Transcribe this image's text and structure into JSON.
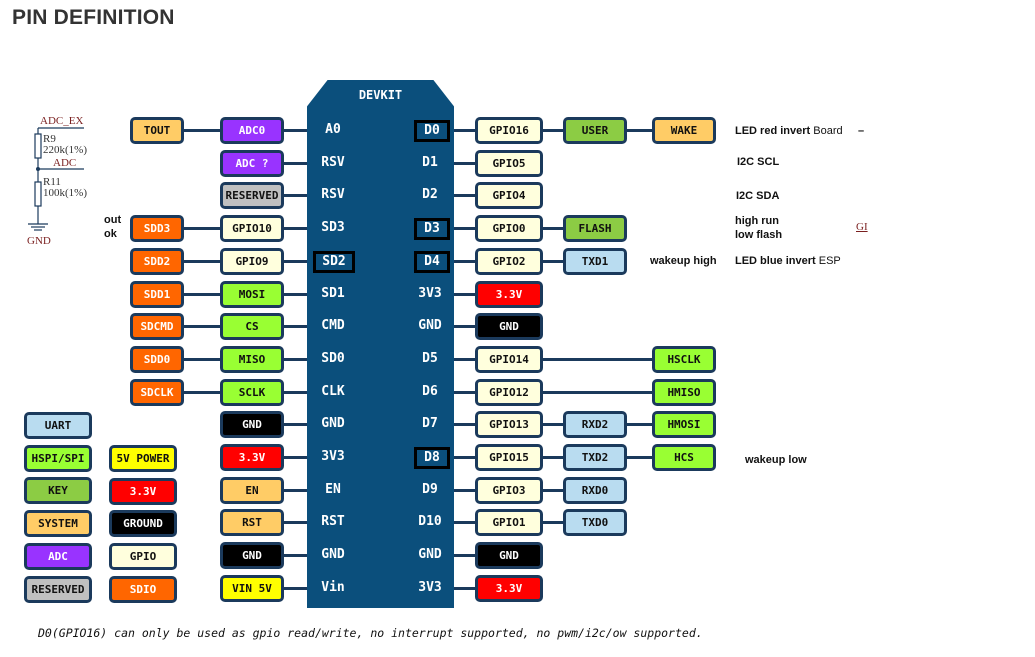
{
  "title": "PIN DEFINITION",
  "colors": {
    "board": "#0b4f7c",
    "outline": "#1b3a5c",
    "uart": "#b9dcf0",
    "hspi": "#99ff33",
    "key": "#8ccc44",
    "system": "#ffcc66",
    "adc": "#9933ff",
    "reserved": "#c0c0c0",
    "power5v": "#ffff00",
    "power33": "#ff0000",
    "ground": "#000000",
    "gpio": "#ffffdd",
    "sdio": "#ff6600"
  },
  "board": {
    "label": "DEVKIT",
    "left_pins": [
      "A0",
      "RSV",
      "RSV",
      "SD3",
      "SD2",
      "SD1",
      "CMD",
      "SD0",
      "CLK",
      "GND",
      "3V3",
      "EN",
      "RST",
      "GND",
      "Vin"
    ],
    "right_pins": [
      "D0",
      "D1",
      "D2",
      "D3",
      "D4",
      "3V3",
      "GND",
      "D5",
      "D6",
      "D7",
      "D8",
      "D9",
      "D10",
      "GND",
      "3V3"
    ],
    "highlighted_right": [
      "D0",
      "D3",
      "D4",
      "D8"
    ],
    "highlighted_left": [
      "SD2"
    ]
  },
  "left_rows": [
    {
      "outer": {
        "label": "TOUT",
        "type": "system"
      },
      "inner": {
        "label": "ADC0",
        "type": "adc"
      }
    },
    {
      "outer": null,
      "inner": {
        "label": "ADC ?",
        "type": "adc"
      }
    },
    {
      "outer": null,
      "inner": {
        "label": "RESERVED",
        "type": "reserved"
      }
    },
    {
      "outer": {
        "label": "SDD3",
        "type": "sdio"
      },
      "inner": {
        "label": "GPIO10",
        "type": "gpio"
      }
    },
    {
      "outer": {
        "label": "SDD2",
        "type": "sdio"
      },
      "inner": {
        "label": "GPIO9",
        "type": "gpio"
      }
    },
    {
      "outer": {
        "label": "SDD1",
        "type": "sdio"
      },
      "inner": {
        "label": "MOSI",
        "type": "hspi"
      }
    },
    {
      "outer": {
        "label": "SDCMD",
        "type": "sdio"
      },
      "inner": {
        "label": "CS",
        "type": "hspi"
      }
    },
    {
      "outer": {
        "label": "SDD0",
        "type": "sdio"
      },
      "inner": {
        "label": "MISO",
        "type": "hspi"
      }
    },
    {
      "outer": {
        "label": "SDCLK",
        "type": "sdio"
      },
      "inner": {
        "label": "SCLK",
        "type": "hspi"
      }
    },
    {
      "outer": null,
      "inner": {
        "label": "GND",
        "type": "ground"
      }
    },
    {
      "outer": null,
      "inner": {
        "label": "3.3V",
        "type": "power33"
      }
    },
    {
      "outer": null,
      "inner": {
        "label": "EN",
        "type": "system"
      }
    },
    {
      "outer": null,
      "inner": {
        "label": "RST",
        "type": "system"
      }
    },
    {
      "outer": null,
      "inner": {
        "label": "GND",
        "type": "ground"
      }
    },
    {
      "outer": null,
      "inner": {
        "label": "VIN 5V",
        "type": "power5v"
      }
    }
  ],
  "right_rows": [
    {
      "gpio": {
        "label": "GPIO16",
        "type": "gpio"
      },
      "f1": {
        "label": "USER",
        "type": "key"
      },
      "f2": {
        "label": "WAKE",
        "type": "system"
      }
    },
    {
      "gpio": {
        "label": "GPIO5",
        "type": "gpio"
      },
      "f1": null,
      "f2": null
    },
    {
      "gpio": {
        "label": "GPIO4",
        "type": "gpio"
      },
      "f1": null,
      "f2": null
    },
    {
      "gpio": {
        "label": "GPIO0",
        "type": "gpio"
      },
      "f1": {
        "label": "FLASH",
        "type": "key"
      },
      "f2": null
    },
    {
      "gpio": {
        "label": "GPIO2",
        "type": "gpio"
      },
      "f1": {
        "label": "TXD1",
        "type": "uart"
      },
      "f2": null
    },
    {
      "gpio": {
        "label": "3.3V",
        "type": "power33"
      },
      "f1": null,
      "f2": null
    },
    {
      "gpio": {
        "label": "GND",
        "type": "ground"
      },
      "f1": null,
      "f2": null
    },
    {
      "gpio": {
        "label": "GPIO14",
        "type": "gpio"
      },
      "f1": null,
      "f2": {
        "label": "HSCLK",
        "type": "hspi"
      }
    },
    {
      "gpio": {
        "label": "GPIO12",
        "type": "gpio"
      },
      "f1": null,
      "f2": {
        "label": "HMISO",
        "type": "hspi"
      }
    },
    {
      "gpio": {
        "label": "GPIO13",
        "type": "gpio"
      },
      "f1": {
        "label": "RXD2",
        "type": "uart"
      },
      "f2": {
        "label": "HMOSI",
        "type": "hspi"
      }
    },
    {
      "gpio": {
        "label": "GPIO15",
        "type": "gpio"
      },
      "f1": {
        "label": "TXD2",
        "type": "uart"
      },
      "f2": {
        "label": "HCS",
        "type": "hspi"
      }
    },
    {
      "gpio": {
        "label": "GPIO3",
        "type": "gpio"
      },
      "f1": {
        "label": "RXD0",
        "type": "uart"
      },
      "f2": null
    },
    {
      "gpio": {
        "label": "GPIO1",
        "type": "gpio"
      },
      "f1": {
        "label": "TXD0",
        "type": "uart"
      },
      "f2": null
    },
    {
      "gpio": {
        "label": "GND",
        "type": "ground"
      },
      "f1": null,
      "f2": null
    },
    {
      "gpio": {
        "label": "3.3V",
        "type": "power33"
      },
      "f1": null,
      "f2": null
    }
  ],
  "legend": {
    "col1": [
      {
        "label": "UART",
        "type": "uart"
      },
      {
        "label": "HSPI/SPI",
        "type": "hspi"
      },
      {
        "label": "KEY",
        "type": "key"
      },
      {
        "label": "SYSTEM",
        "type": "system"
      },
      {
        "label": "ADC",
        "type": "adc"
      },
      {
        "label": "RESERVED",
        "type": "reserved"
      }
    ],
    "col2": [
      {
        "label": "5V POWER",
        "type": "power5v"
      },
      {
        "label": "3.3V",
        "type": "power33"
      },
      {
        "label": "GROUND",
        "type": "ground"
      },
      {
        "label": "GPIO",
        "type": "gpio"
      },
      {
        "label": "SDIO",
        "type": "sdio"
      }
    ]
  },
  "notes": {
    "out_ok": [
      "out",
      "ok"
    ],
    "d0_note_bold": "LED red  invert",
    "d0_note_plain": " Board",
    "d0_dash": "–",
    "d1_note": "I2C SCL",
    "d2_note": "I2C SDA",
    "d3_note": [
      "high run",
      "low flash"
    ],
    "d3_link": "GI",
    "d4_wakeup": "wakeup high",
    "d4_note_bold": "LED blue  invert",
    "d4_note_plain": " ESP",
    "d8_wakeup": "wakeup low"
  },
  "schematic": {
    "adc_ex": "ADC_EX",
    "r9": "R9",
    "r9_value": "220k(1%)",
    "adc": "ADC",
    "r11": "R11",
    "r11_value": "100k(1%)",
    "gnd": "GND"
  },
  "footnote": "D0(GPIO16) can only be used as gpio read/write, no interrupt supported, no pwm/i2c/ow supported."
}
